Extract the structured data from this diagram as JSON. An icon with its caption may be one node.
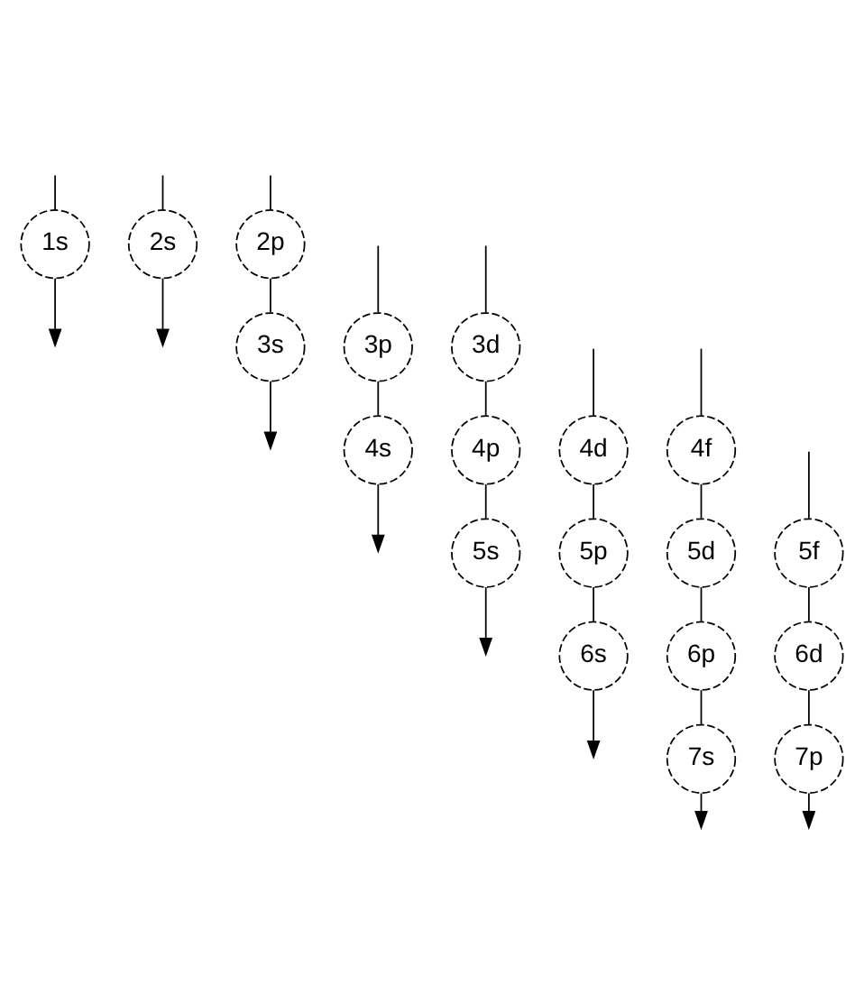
{
  "diagram": {
    "nodes": [
      {
        "text": [
          "1s"
        ]
      },
      {
        "text": [
          "2s"
        ]
      },
      {
        "text": [
          "2p"
        ]
      },
      {
        "text": [
          "3s"
        ]
      },
      {
        "text": [
          "3p"
        ]
      },
      {
        "text": [
          "3d"
        ]
      },
      {
        "text": [
          "4s"
        ]
      },
      {
        "text": [
          "4p"
        ]
      },
      {
        "text": [
          "4d"
        ]
      },
      {
        "text": [
          "4f"
        ]
      },
      {
        "text": [
          "5s"
        ]
      },
      {
        "text": [
          "5p"
        ]
      },
      {
        "text": [
          "5d"
        ]
      },
      {
        "text": [
          "5f"
        ]
      },
      {
        "text": [
          "6s"
        ]
      },
      {
        "text": [
          "6p"
        ]
      },
      {
        "text": [
          "6d"
        ]
      },
      {
        "text": [
          "7s"
        ]
      },
      {
        "text": [
          "7p"
        ]
      }
    ],
    "edges": [
      {
        "from": 0,
        "to": null,
        "arrow": "to"
      },
      {
        "from": null,
        "to": 0,
        "arrow": "none"
      },
      {
        "from": 1,
        "to": null,
        "arrow": "to"
      },
      {
        "from": null,
        "to": 1,
        "arrow": "none"
      },
      {
        "from": null,
        "to": 2,
        "arrow": "none"
      },
      {
        "from": 2,
        "to": 3,
        "arrow": "none"
      },
      {
        "from": 3,
        "to": null,
        "arrow": "to"
      },
      {
        "from": null,
        "to": 4,
        "arrow": "none"
      },
      {
        "from": 4,
        "to": 6,
        "arrow": "none"
      },
      {
        "from": 6,
        "to": null,
        "arrow": "to"
      },
      {
        "from": null,
        "to": 5,
        "arrow": "none"
      },
      {
        "from": 5,
        "to": 7,
        "arrow": "none"
      },
      {
        "from": 7,
        "to": 10,
        "arrow": "none"
      },
      {
        "from": 10,
        "to": null,
        "arrow": "to"
      },
      {
        "from": null,
        "to": 8,
        "arrow": "none"
      },
      {
        "from": 8,
        "to": 11,
        "arrow": "none"
      },
      {
        "from": 11,
        "to": 14,
        "arrow": "none"
      },
      {
        "from": 14,
        "to": null,
        "arrow": "to"
      },
      {
        "from": null,
        "to": 9,
        "arrow": "none"
      },
      {
        "from": 9,
        "to": 12,
        "arrow": "none"
      },
      {
        "from": 12,
        "to": 15,
        "arrow": "none"
      },
      {
        "from": 15,
        "to": 17,
        "arrow": "none"
      },
      {
        "from": 17,
        "to": null,
        "arrow": "to"
      },
      {
        "from": null,
        "to": 13,
        "arrow": "none"
      },
      {
        "from": 13,
        "to": 16,
        "arrow": "none"
      },
      {
        "from": 16,
        "to": 18,
        "arrow": "none"
      },
      {
        "from": 18,
        "to": null,
        "arrow": "to"
      }
    ]
  }
}
